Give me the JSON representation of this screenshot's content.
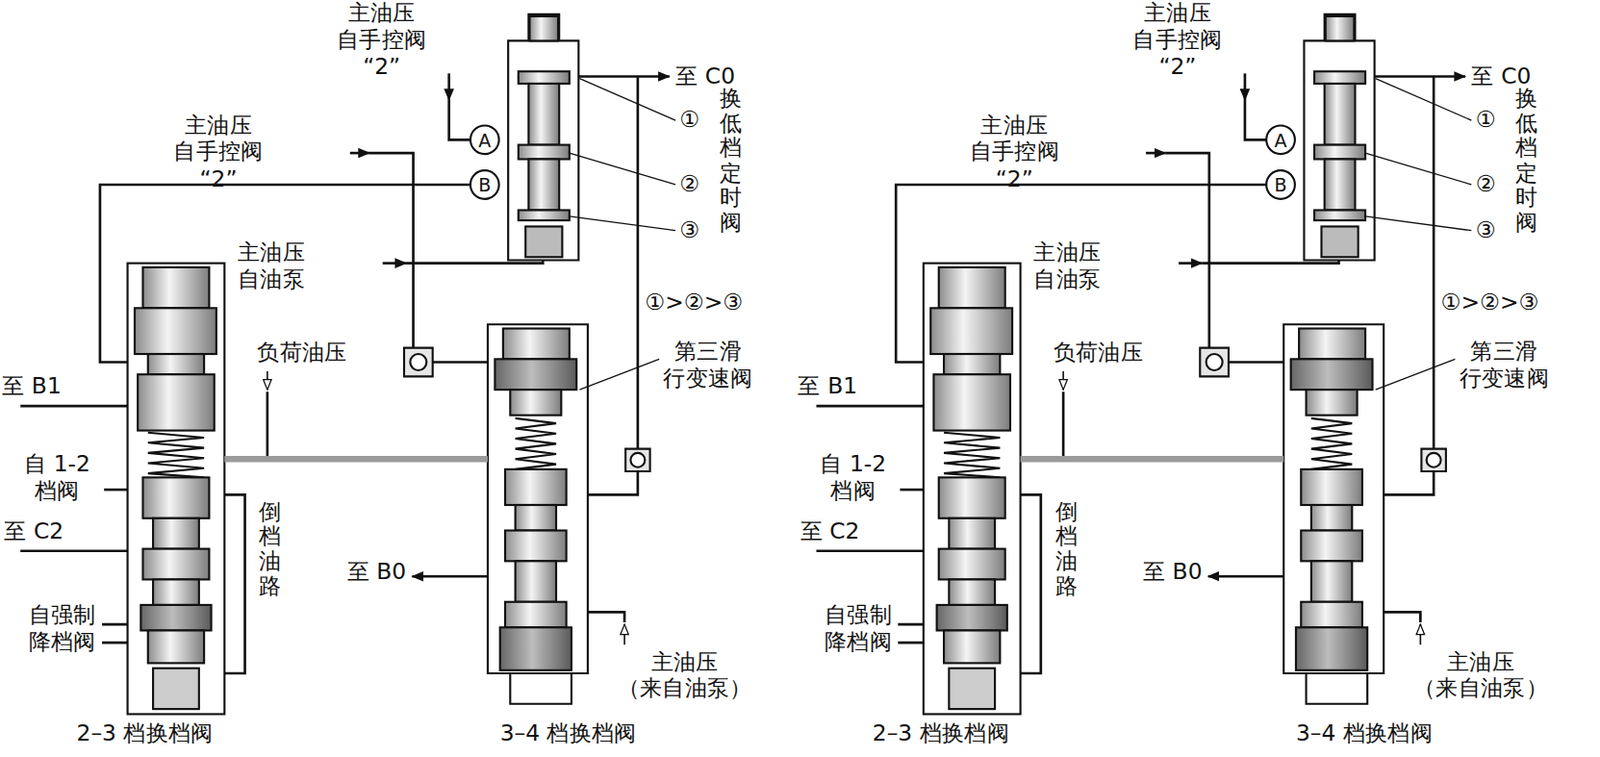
{
  "diagram": {
    "nodes": [
      {
        "text": [
          "A"
        ]
      },
      {
        "text": [
          "B"
        ]
      },
      {
        "text": [
          "A"
        ]
      },
      {
        "text": [
          "B"
        ]
      }
    ],
    "labels": [
      "主油压 自手控阀“2”",
      "至 C0",
      "①",
      "换低档定时阀",
      "②",
      "③",
      "主油压 自手控阀“2”",
      "主油压 自油泵",
      "①>②>③",
      "第三滑 行变速阀",
      "至 B1",
      "负荷油压",
      "自 1-2 档阀",
      "倒档油路",
      "至 C2",
      "至 B0",
      "自强制 降档阀",
      "主油压 （来自油泵）",
      "2–3 档换档阀",
      "3–4 档换档阀",
      "主油压 自手控阀“2”",
      "至 C0",
      "①",
      "换低档定时阀",
      "②",
      "③",
      "主油压 自手控阀“2”",
      "主油压 自油泵",
      "①>②>③",
      "第三滑 行变速阀",
      "至 B1",
      "负荷油压",
      "自 1-2 档阀",
      "倒档油路",
      "至 C2",
      "至 B0",
      "自强制 降档阀",
      "主油压 （来自油泵）",
      "2–3 档换档阀",
      "3–4 档换档阀"
    ]
  }
}
